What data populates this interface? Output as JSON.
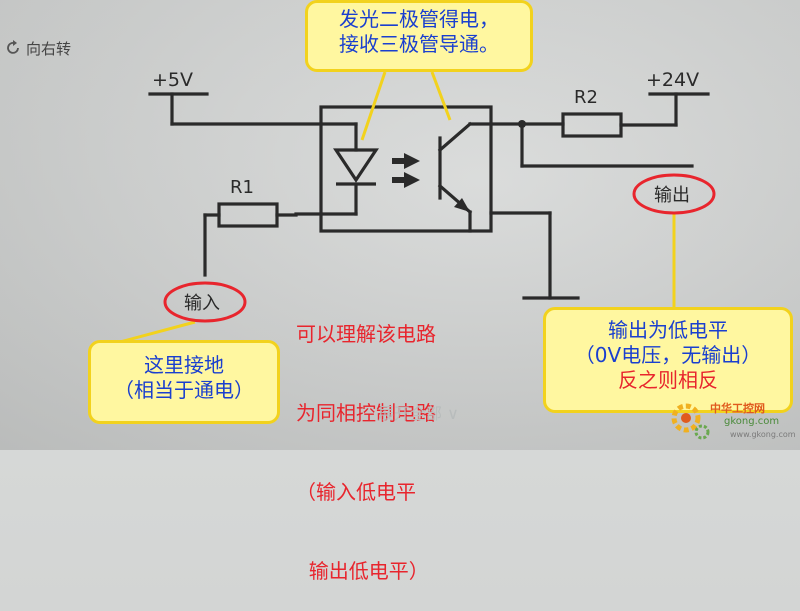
{
  "toolbar": {
    "rotate_label": "向右转"
  },
  "circuit": {
    "supply_left": "+5V",
    "supply_right": "+24V",
    "resistor_1": "R1",
    "resistor_2": "R2",
    "input_label": "输入",
    "output_label": "输出"
  },
  "callouts": {
    "top": [
      "发光二极管得电，",
      "接收三极管导通。"
    ],
    "ground": [
      "这里接地",
      "（相当于通电）"
    ],
    "output": [
      "输出为低电平",
      "（0V电压，无输出）",
      "反之则相反"
    ]
  },
  "middle_note": [
    "可以理解该电路",
    "为同相控制电路",
    "（输入低电平",
    "  输出低电平）"
  ],
  "watermark": {
    "text": "展开全部 ∨",
    "brand": "中华工控网",
    "site": "gkong.com",
    "site_small": "www.gkong.com"
  },
  "colors": {
    "callout_border": "#f2d21d",
    "callout_fill": "#fff7a0",
    "callout_text": "#1a3fcf",
    "note_red": "#e8252d",
    "wire": "#2a2a2a"
  }
}
